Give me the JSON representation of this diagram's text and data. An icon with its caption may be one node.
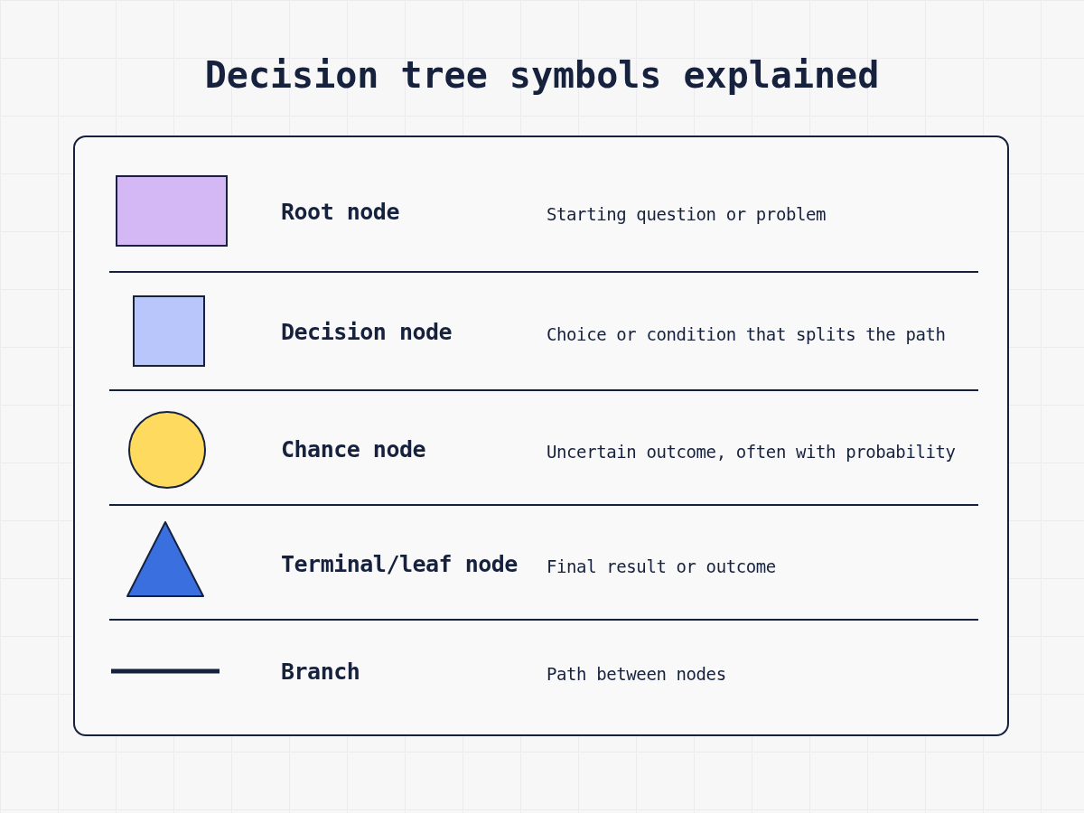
{
  "diagram": {
    "title": "Decision tree symbols explained",
    "nodes": [
      {
        "text": [],
        "shape": "box"
      },
      {
        "text": [],
        "shape": "box"
      },
      {
        "text": [],
        "shape": "circle"
      },
      {
        "text": [],
        "shape": "triangle"
      }
    ],
    "labels": [
      "Root node",
      "Starting question or problem",
      "Decision node",
      "Choice or condition that splits the path",
      "Chance node",
      "Uncertain outcome, often with probability",
      "Terminal/leaf node",
      "Final result or outcome",
      "Branch",
      "Path between nodes"
    ]
  }
}
